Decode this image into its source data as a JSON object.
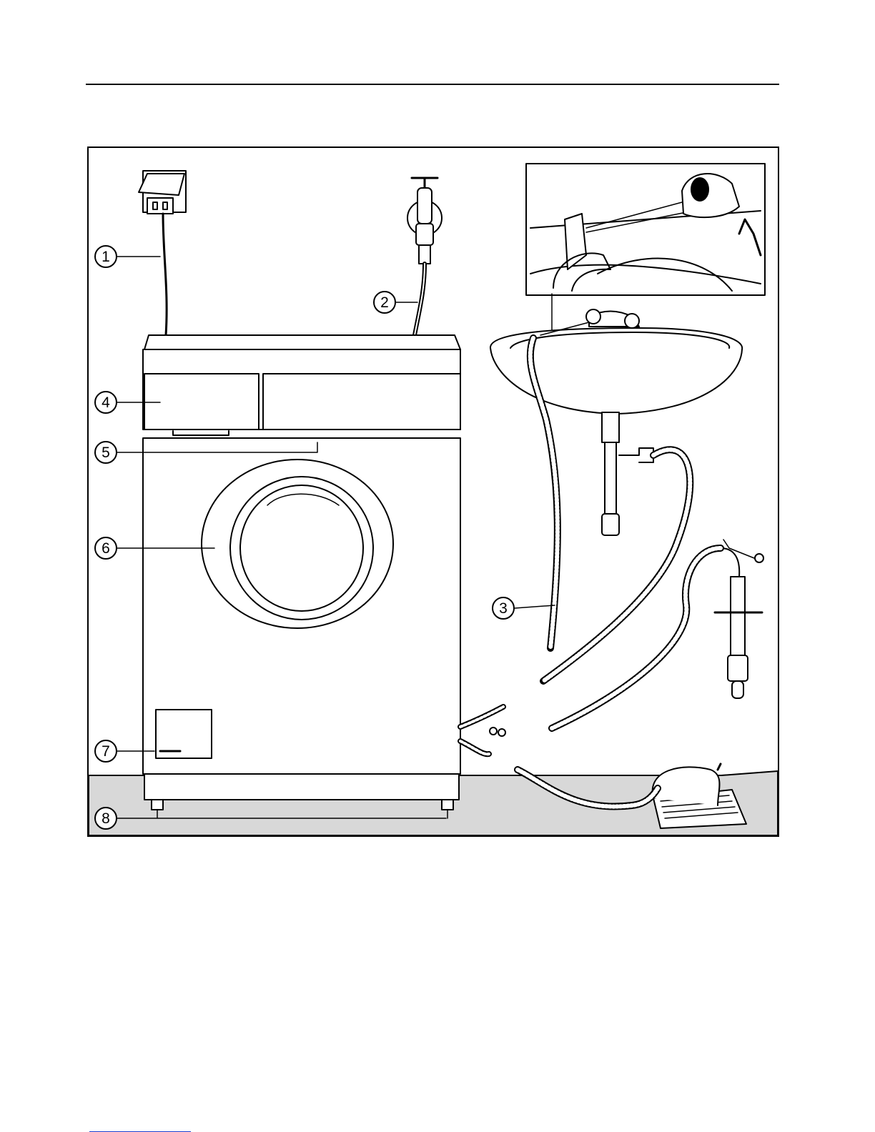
{
  "figure": {
    "callouts": [
      {
        "id": "1",
        "label": "1"
      },
      {
        "id": "2",
        "label": "2"
      },
      {
        "id": "3",
        "label": "3"
      },
      {
        "id": "4",
        "label": "4"
      },
      {
        "id": "5",
        "label": "5"
      },
      {
        "id": "6",
        "label": "6"
      },
      {
        "id": "7",
        "label": "7"
      },
      {
        "id": "8",
        "label": "8"
      }
    ],
    "colors": {
      "line": "#000000",
      "floor": "#d8d8d8",
      "page": "#ffffff",
      "footer_rule": "#1a3fcf"
    }
  }
}
